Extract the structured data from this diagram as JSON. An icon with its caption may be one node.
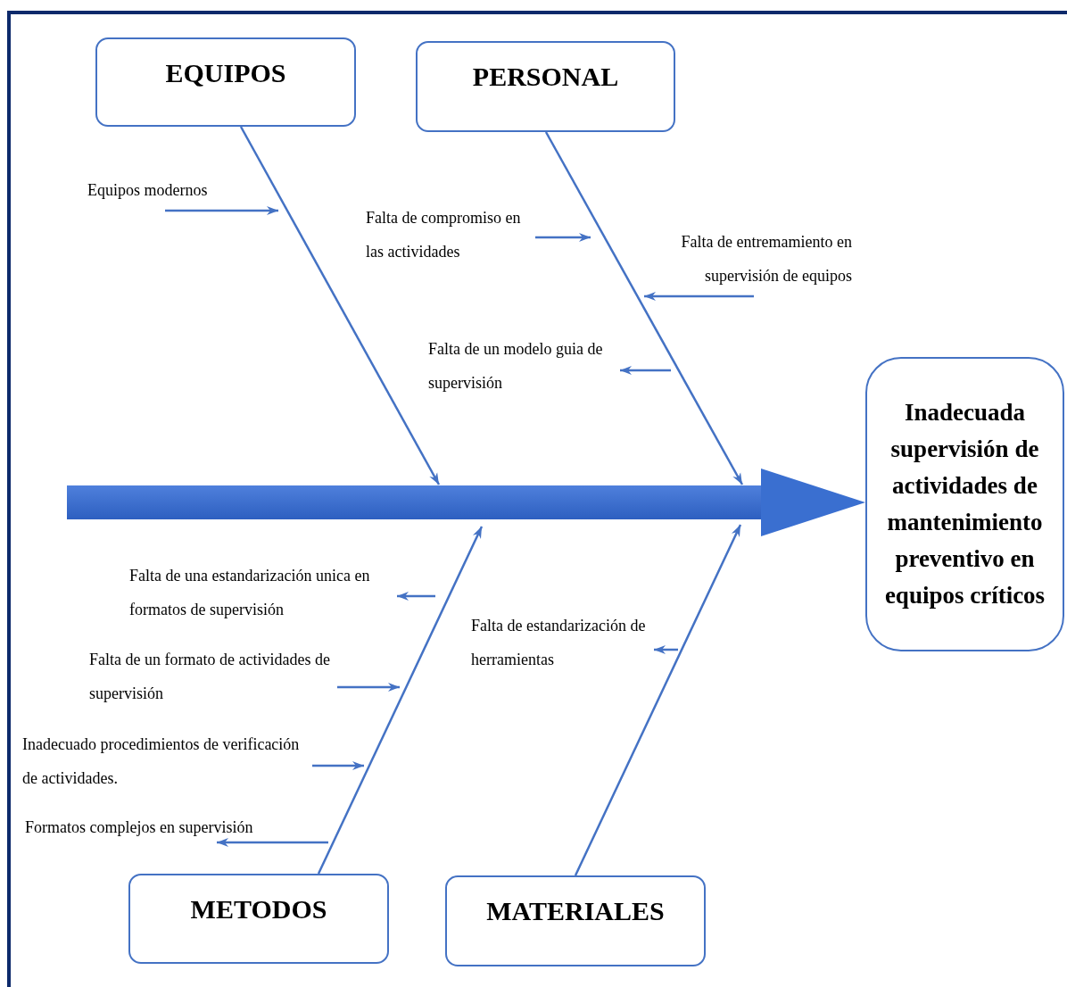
{
  "diagram": {
    "nodes": [
      {
        "text": [
          "EQUIPOS"
        ]
      },
      {
        "text": [
          "PERSONAL"
        ]
      },
      {
        "text": [
          "METODOS"
        ]
      },
      {
        "text": [
          "MATERIALES"
        ]
      },
      {
        "text": [
          "Inadecuada supervisión de actividades de mantenimiento preventivo en equipos críticos"
        ]
      },
      {
        "text": [
          "Equipos modernos"
        ]
      },
      {
        "text": [
          "Falta de compromiso en las actividades"
        ]
      },
      {
        "text": [
          "Falta de entremamiento en supervisión de equipos"
        ]
      },
      {
        "text": [
          "Falta de un modelo guia de supervisión"
        ]
      },
      {
        "text": [
          "Falta de una estandarización unica en formatos de supervisión"
        ]
      },
      {
        "text": [
          "Falta de un formato de actividades de supervisión"
        ]
      },
      {
        "text": [
          "Inadecuado procedimientos de verificación de actividades."
        ]
      },
      {
        "text": [
          "Formatos complejos en supervisión"
        ]
      },
      {
        "text": [
          "Falta de estandarización de herramientas"
        ]
      }
    ],
    "edges": [
      {
        "from": 0,
        "to": null,
        "arrow": "to"
      },
      {
        "from": 1,
        "to": null,
        "arrow": "to"
      },
      {
        "from": 2,
        "to": null,
        "arrow": "to"
      },
      {
        "from": 3,
        "to": null,
        "arrow": "to"
      },
      {
        "from": null,
        "to": 4,
        "arrow": "to",
        "style": "thick"
      },
      {
        "from": 5,
        "to": null,
        "arrow": "to"
      },
      {
        "from": 6,
        "to": null,
        "arrow": "to"
      },
      {
        "from": 7,
        "to": null,
        "arrow": "to"
      },
      {
        "from": null,
        "to": 8,
        "arrow": "to"
      },
      {
        "from": null,
        "to": 9,
        "arrow": "to"
      },
      {
        "from": 10,
        "to": null,
        "arrow": "to"
      },
      {
        "from": 11,
        "to": null,
        "arrow": "to"
      },
      {
        "from": null,
        "to": 12,
        "arrow": "to"
      },
      {
        "from": null,
        "to": 13,
        "arrow": "to"
      }
    ]
  }
}
